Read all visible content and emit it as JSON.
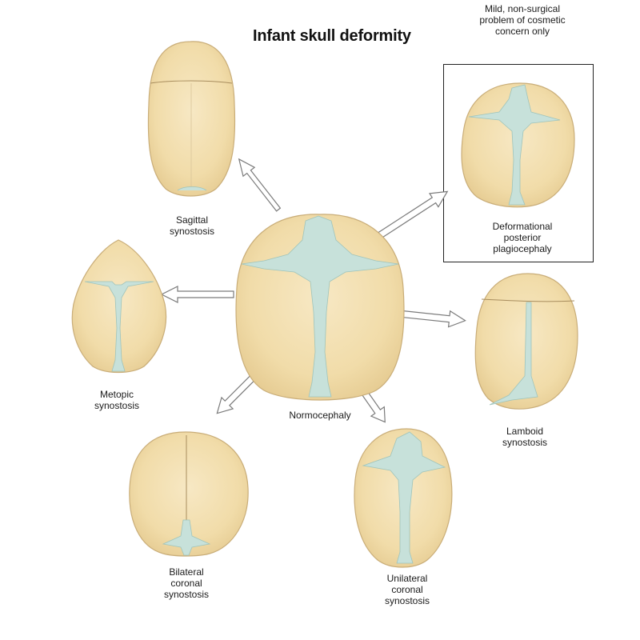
{
  "title": "Infant skull deformity",
  "note": {
    "lines": [
      "Mild, non-surgical",
      "problem of cosmetic",
      "concern only"
    ]
  },
  "skulls": {
    "normocephaly": {
      "lines": [
        "Normocephaly"
      ]
    },
    "sagittal": {
      "lines": [
        "Sagittal",
        "synostosis"
      ]
    },
    "metopic": {
      "lines": [
        "Metopic",
        "synostosis"
      ]
    },
    "bilateral_coronal": {
      "lines": [
        "Bilateral",
        "coronal",
        "synostosis"
      ]
    },
    "unilateral_coronal": {
      "lines": [
        "Unilateral",
        "coronal",
        "synostosis"
      ]
    },
    "lamboid": {
      "lines": [
        "Lamboid",
        "synostosis"
      ]
    },
    "deformational_plagiocephaly": {
      "lines": [
        "Deformational",
        "posterior",
        "plagiocephaly"
      ]
    }
  },
  "colors": {
    "bone": "#f3dfb0",
    "bone_edge": "#c9ad78",
    "suture": "#bfdcd6",
    "arrow_outline": "#777777"
  }
}
